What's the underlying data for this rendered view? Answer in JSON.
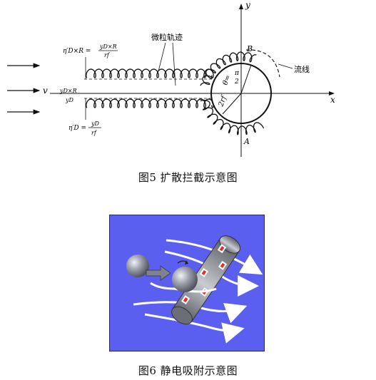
{
  "figure5": {
    "caption": "图5  扩散拦截示意图",
    "labels": {
      "axis_y": "y",
      "axis_x": "x",
      "particle_track": "微粒轨迹",
      "streamline": "流线",
      "velocity": "v",
      "point_b": "B",
      "point_a": "A",
      "eta_dr_lhs": "η′D×R =",
      "eta_dr_num": "yD×R",
      "eta_dr_den": "rf",
      "eta_d_lhs": "η′D =",
      "eta_d_num": "yD",
      "eta_d_den": "rf",
      "y_dr": "yD×R",
      "y_d": "yD",
      "theta": "θ=",
      "theta_frac_num": "π",
      "theta_frac_den": "2",
      "radius": "2rf"
    }
  },
  "figure6": {
    "caption": "图6  静电吸附示意图",
    "colors": {
      "background": "#5b5ff0",
      "flow": "#ffffff",
      "sphere": "#8a8f9a",
      "fiber": "#8d8f96",
      "charge_marker": "#e0302c"
    }
  }
}
